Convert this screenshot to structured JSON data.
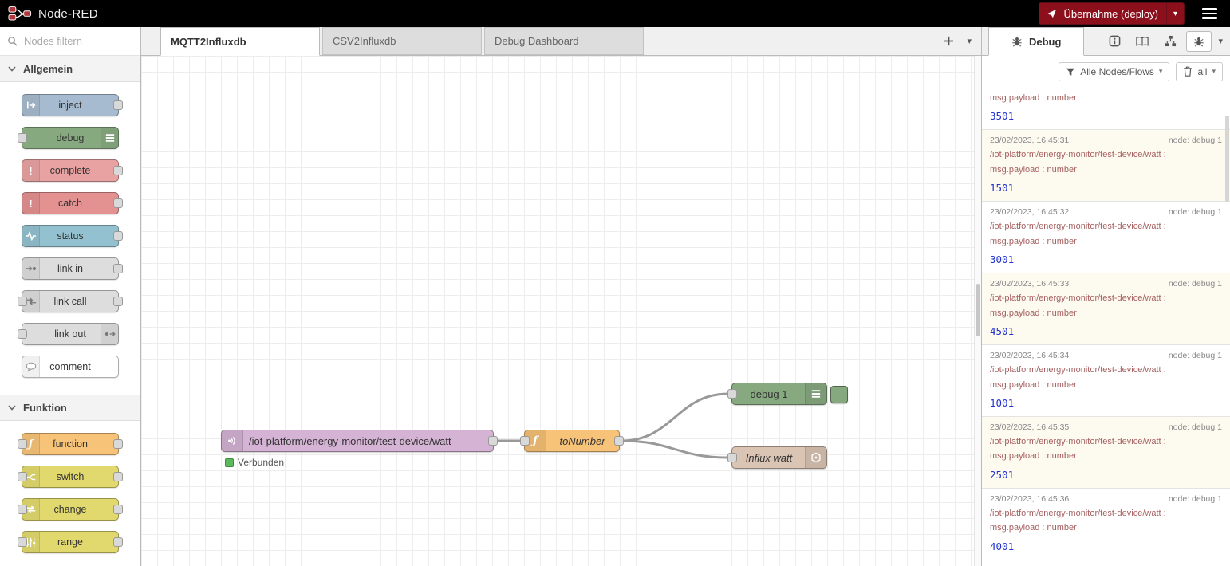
{
  "header": {
    "app_title": "Node-RED",
    "deploy": {
      "label": "Übernahme (deploy)"
    }
  },
  "palette": {
    "search_placeholder": "Nodes filtern",
    "sections": [
      {
        "label": "Allgemein",
        "items": [
          {
            "label": "inject",
            "color": "#a6bbcf",
            "icon": "inject-arrow-icon"
          },
          {
            "label": "debug",
            "color": "#87a980",
            "icon": "debug-list-icon"
          },
          {
            "label": "complete",
            "color": "#e8a2a2",
            "icon": "exclamation-icon"
          },
          {
            "label": "catch",
            "color": "#e49191",
            "icon": "exclamation-icon"
          },
          {
            "label": "status",
            "color": "#94c1d0",
            "icon": "status-pulse-icon"
          },
          {
            "label": "link in",
            "color": "#dddddd",
            "icon": "link-in-icon"
          },
          {
            "label": "link call",
            "color": "#dddddd",
            "icon": "link-call-icon"
          },
          {
            "label": "link out",
            "color": "#dddddd",
            "icon": "link-out-icon"
          },
          {
            "label": "comment",
            "color": "#ffffff",
            "icon": "comment-bubble-icon"
          }
        ]
      },
      {
        "label": "Funktion",
        "items": [
          {
            "label": "function",
            "color": "#f7c378",
            "icon": "function-f-icon"
          },
          {
            "label": "switch",
            "color": "#e2d96e",
            "icon": "switch-branch-icon"
          },
          {
            "label": "change",
            "color": "#e2d96e",
            "icon": "change-swap-icon"
          },
          {
            "label": "range",
            "color": "#e2d96e",
            "icon": "range-sliders-icon"
          }
        ]
      }
    ]
  },
  "workspace": {
    "tabs": [
      {
        "label": "MQTT2Influxdb",
        "active": true
      },
      {
        "label": "CSV2Influxdb",
        "active": false
      },
      {
        "label": "Debug Dashboard",
        "active": false
      }
    ]
  },
  "flow": {
    "mqtt": {
      "label": "/iot-platform/energy-monitor/test-device/watt",
      "color": "#d5b3d5",
      "status": "Verbunden"
    },
    "function": {
      "label": "toNumber",
      "color": "#f7c378"
    },
    "debug": {
      "label": "debug 1",
      "color": "#87a980"
    },
    "influx": {
      "label": "Influx watt",
      "color": "#dac4b4"
    }
  },
  "debug_panel": {
    "tab_label": "Debug",
    "filter_button": "Alle Nodes/Flows",
    "clear_button": "all",
    "colors": {
      "topic": "#a66161",
      "value": "#2333cc",
      "status_green": "#5cb85c",
      "wire": "#999999",
      "deploy_red": "#8C101C"
    },
    "messages": [
      {
        "payload_label": "msg.payload : number",
        "value": "3501"
      },
      {
        "time": "23/02/2023, 16:45:31",
        "node": "node: debug 1",
        "topic": "/iot-platform/energy-monitor/test-device/watt :",
        "payload_label": "msg.payload : number",
        "value": "1501"
      },
      {
        "time": "23/02/2023, 16:45:32",
        "node": "node: debug 1",
        "topic": "/iot-platform/energy-monitor/test-device/watt :",
        "payload_label": "msg.payload : number",
        "value": "3001"
      },
      {
        "time": "23/02/2023, 16:45:33",
        "node": "node: debug 1",
        "topic": "/iot-platform/energy-monitor/test-device/watt :",
        "payload_label": "msg.payload : number",
        "value": "4501"
      },
      {
        "time": "23/02/2023, 16:45:34",
        "node": "node: debug 1",
        "topic": "/iot-platform/energy-monitor/test-device/watt :",
        "payload_label": "msg.payload : number",
        "value": "1001"
      },
      {
        "time": "23/02/2023, 16:45:35",
        "node": "node: debug 1",
        "topic": "/iot-platform/energy-monitor/test-device/watt :",
        "payload_label": "msg.payload : number",
        "value": "2501"
      },
      {
        "time": "23/02/2023, 16:45:36",
        "node": "node: debug 1",
        "topic": "/iot-platform/energy-monitor/test-device/watt :",
        "payload_label": "msg.payload : number",
        "value": "4001"
      }
    ]
  }
}
